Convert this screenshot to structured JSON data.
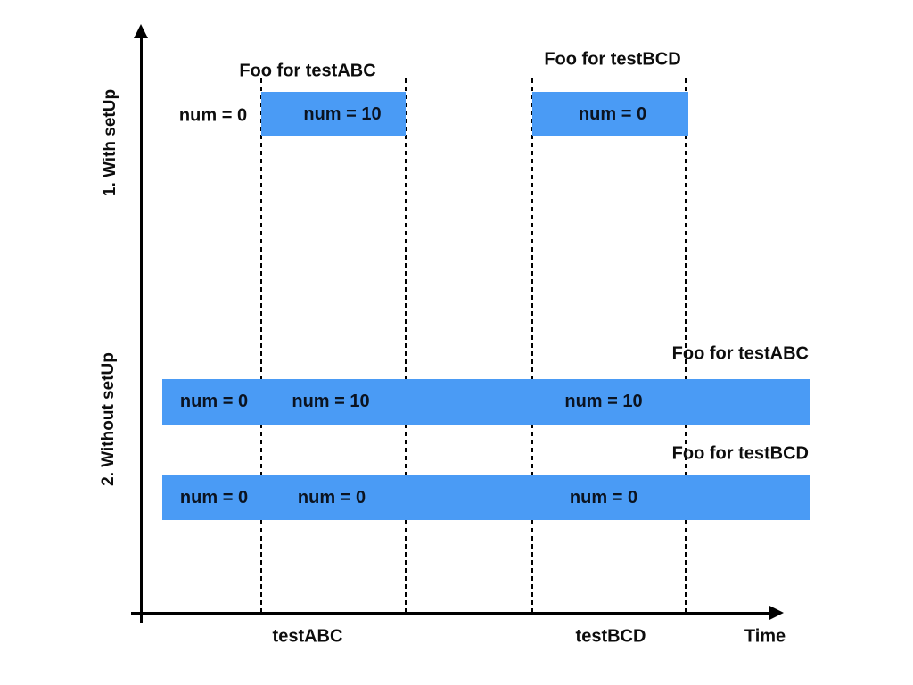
{
  "colors": {
    "bar_blue": "#4a9bf5",
    "line_black": "#000000",
    "text_dark": "#0d0d0d"
  },
  "y_axis": {
    "section1_label": "1. With setUp",
    "section2_label": "2. Without setUp"
  },
  "x_axis": {
    "interval1_label": "testABC",
    "interval2_label": "testBCD",
    "axis_label": "Time"
  },
  "with_setup": {
    "abc": {
      "title": "Foo for testABC",
      "before_value": "num = 0",
      "bar_value": "num = 10"
    },
    "bcd": {
      "title": "Foo for testBCD",
      "bar_value": "num = 0"
    }
  },
  "without_setup": {
    "abc": {
      "title": "Foo for testABC",
      "values": [
        "num = 0",
        "num = 10",
        "num = 10"
      ]
    },
    "bcd": {
      "title": "Foo for testBCD",
      "values": [
        "num = 0",
        "num = 0",
        "num = 0"
      ]
    }
  }
}
